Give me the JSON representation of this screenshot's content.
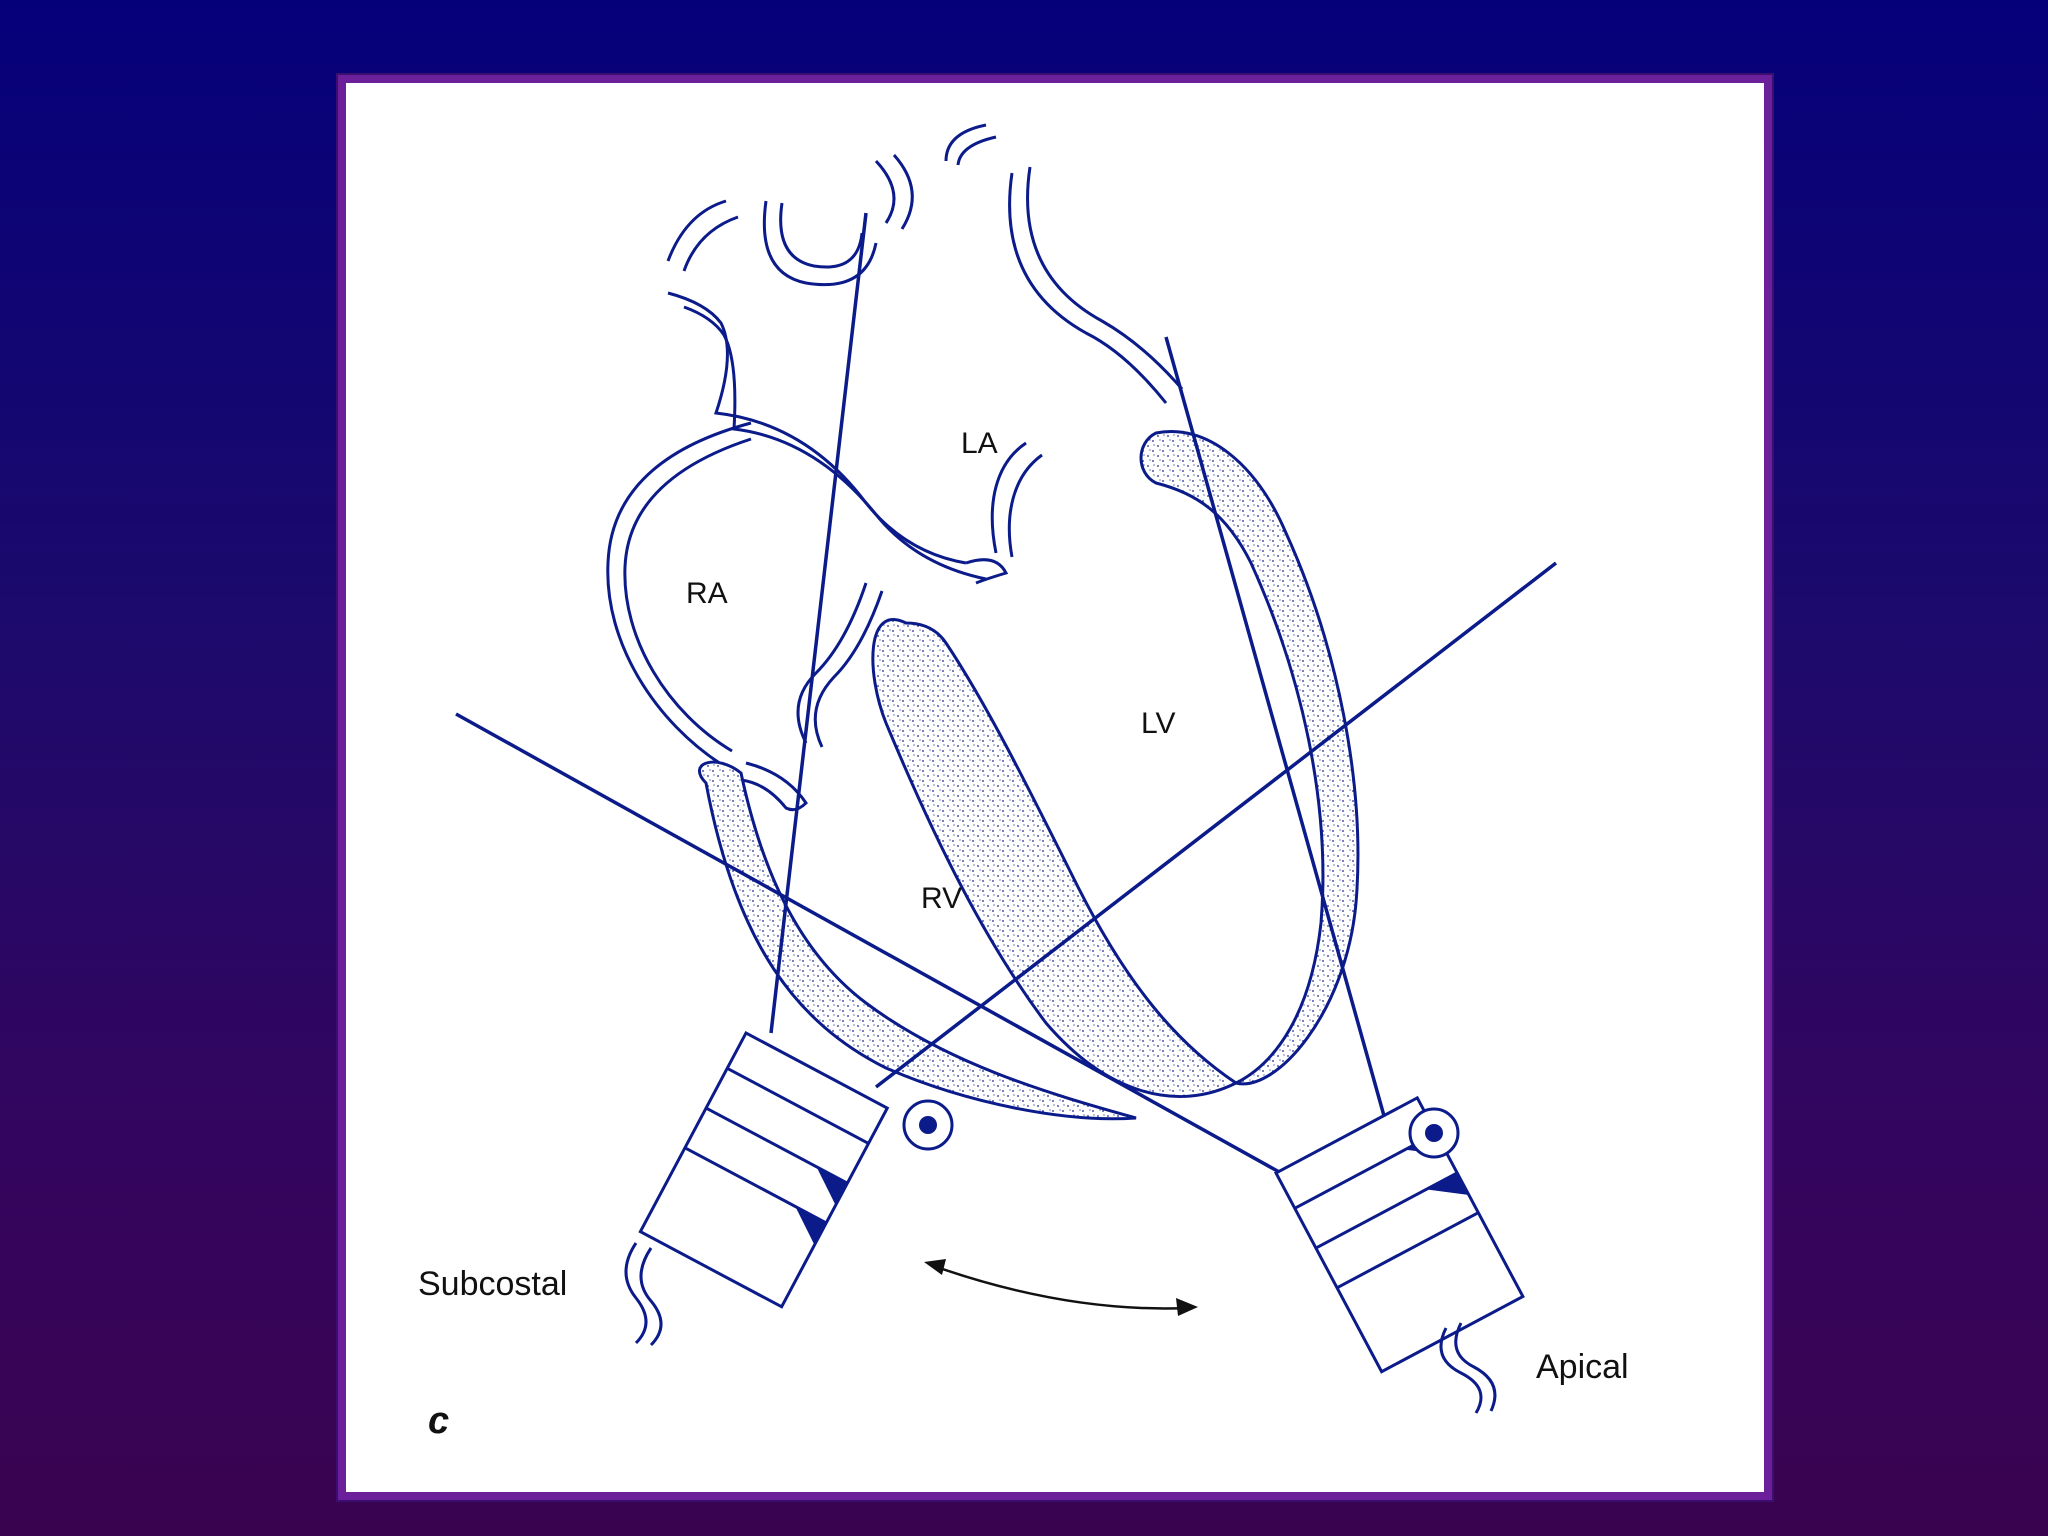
{
  "slide": {
    "background_top": "#05007a",
    "background_bottom": "#3a0350",
    "frame_border_color": "#6b1f9a",
    "line_color": "#0b1b8a"
  },
  "diagram": {
    "chambers": {
      "la": "LA",
      "ra": "RA",
      "lv": "LV",
      "rv": "RV"
    },
    "probes": {
      "subcostal": "Subcostal",
      "apical": "Apical"
    },
    "panel_letter": "c"
  }
}
